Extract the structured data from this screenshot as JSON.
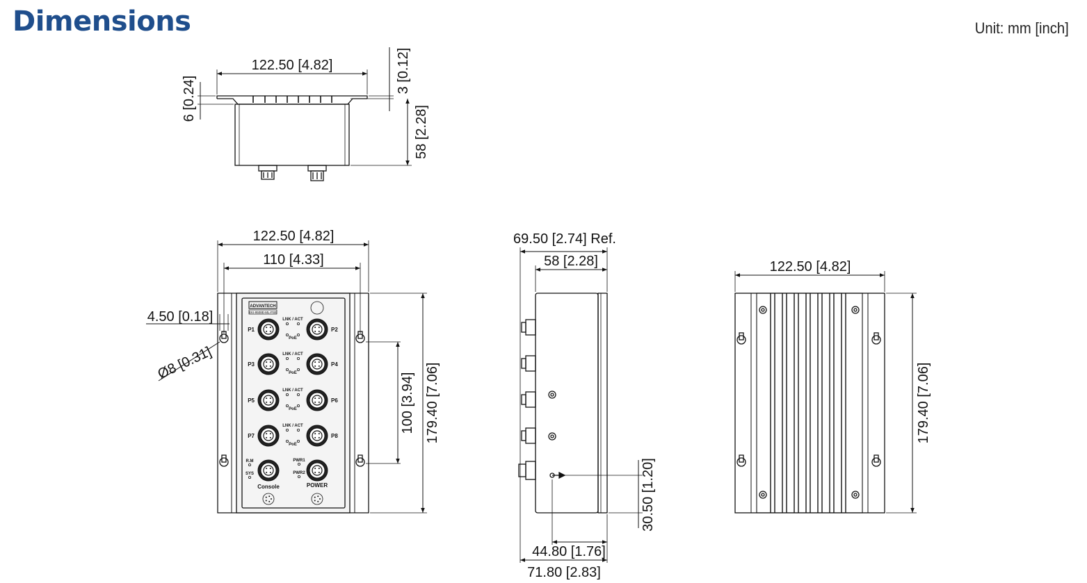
{
  "header": {
    "title": "Dimensions",
    "unit": "Unit: mm [inch]"
  },
  "top_view": {
    "width": "122.50 [4.82]",
    "flange": "6 [0.24]",
    "offset": "3 [0.12]",
    "height": "58 [2.28]"
  },
  "front_view": {
    "overall_width": "122.50 [4.82]",
    "hole_spacing": "110 [4.33]",
    "hole_offset": "4.50 [0.18]",
    "hole_diameter": "Ø8 [0.31]",
    "vertical_hole_spacing": "100 [3.94]",
    "height": "179.40 [7.06]",
    "brand": "ADVANTECH",
    "model": "EKI-9508E-ML-PSE",
    "ports": [
      {
        "name": "P1"
      },
      {
        "name": "P2"
      },
      {
        "name": "P3"
      },
      {
        "name": "P4"
      },
      {
        "name": "P5"
      },
      {
        "name": "P6"
      },
      {
        "name": "P7"
      },
      {
        "name": "P8"
      }
    ],
    "led_link": "LNK / ACT",
    "led_poe": "PoE",
    "led_rm": "R.M",
    "led_sys": "SYS",
    "led_pwr1": "PWR1",
    "led_pwr2": "PWR2",
    "console_label": "Console",
    "power_label": "POWER"
  },
  "side_view": {
    "depth_ref": "69.50 [2.74] Ref.",
    "body_depth": "58 [2.28]",
    "ground_height": "30.50 [1.20]",
    "ground_depth": "44.80 [1.76]",
    "overall_depth": "71.80 [2.83]"
  },
  "back_view": {
    "width": "122.50 [4.82]",
    "height": "179.40 [7.06]"
  },
  "colors": {
    "title": "#1f4e8c",
    "line": "#111111",
    "panel": "#f2f2f2"
  }
}
